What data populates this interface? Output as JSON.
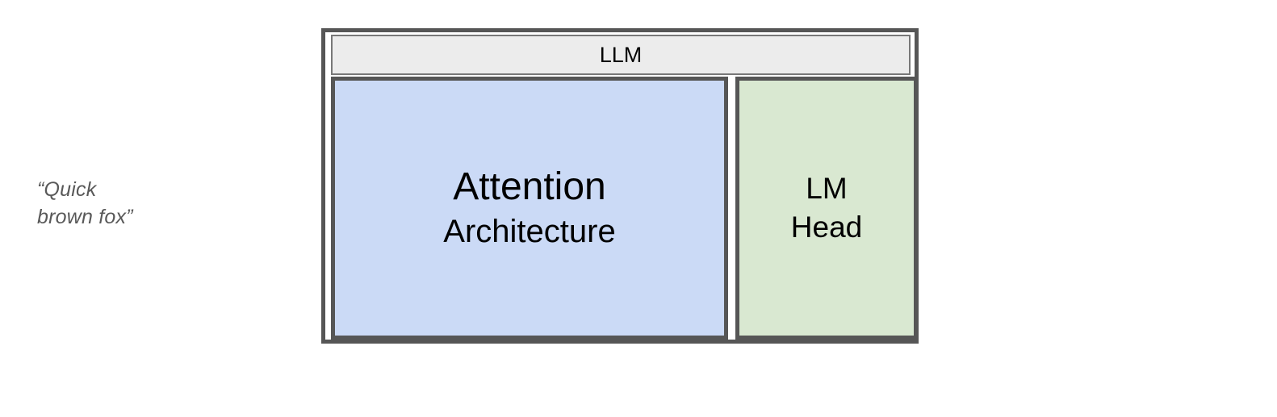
{
  "diagram": {
    "input_prompt": "“Quick\nbrown fox”",
    "llm": {
      "header_label": "LLM",
      "components": {
        "attention": {
          "title": "Attention",
          "subtitle": "Architecture"
        },
        "lm_head": {
          "line1": "LM",
          "line2": "Head"
        }
      }
    }
  },
  "colors": {
    "border_dark": "#565656",
    "border_light": "#787878",
    "header_fill": "#ececec",
    "attention_fill": "#cbdaf6",
    "lm_head_fill": "#d9e8d1",
    "prompt_text": "#595959",
    "page_background": "#ffffff"
  }
}
